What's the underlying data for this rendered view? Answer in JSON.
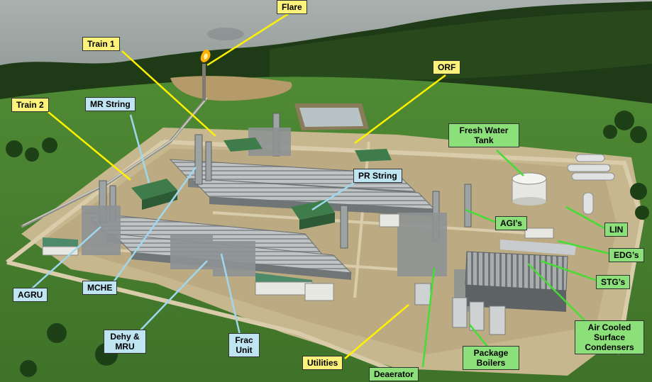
{
  "image": {
    "subject": "aerial-photo-lng-plant",
    "colors": {
      "water": "#9fa7a5",
      "forest": "#1f3a17",
      "grass": "#5f9b3e",
      "pad": "#c9b98f",
      "label_yellow": "#fdf27a",
      "label_blue": "#bfe4f2",
      "label_green": "#8be07a",
      "leader_yellow": "#fff200",
      "leader_blue": "#9fd8ee",
      "leader_green": "#44dd33"
    }
  },
  "labels": {
    "flare": "Flare",
    "train1": "Train 1",
    "train2": "Train 2",
    "mr_string": "MR String",
    "orf": "ORF",
    "fresh_water_tank": "Fresh Water Tank",
    "pr_string": "PR String",
    "agis": "AGI’s",
    "lin": "LIN",
    "edgs": "EDG’s",
    "stgs": "STG’s",
    "air_cooled": "Air Cooled Surface Condensers",
    "package_boilers": "Package Boilers",
    "deaerator": "Deaerator",
    "utilities": "Utilities",
    "frac_unit": "Frac Unit",
    "dehy_mru": "Dehy & MRU",
    "mche": "MCHE",
    "agru": "AGRU"
  }
}
